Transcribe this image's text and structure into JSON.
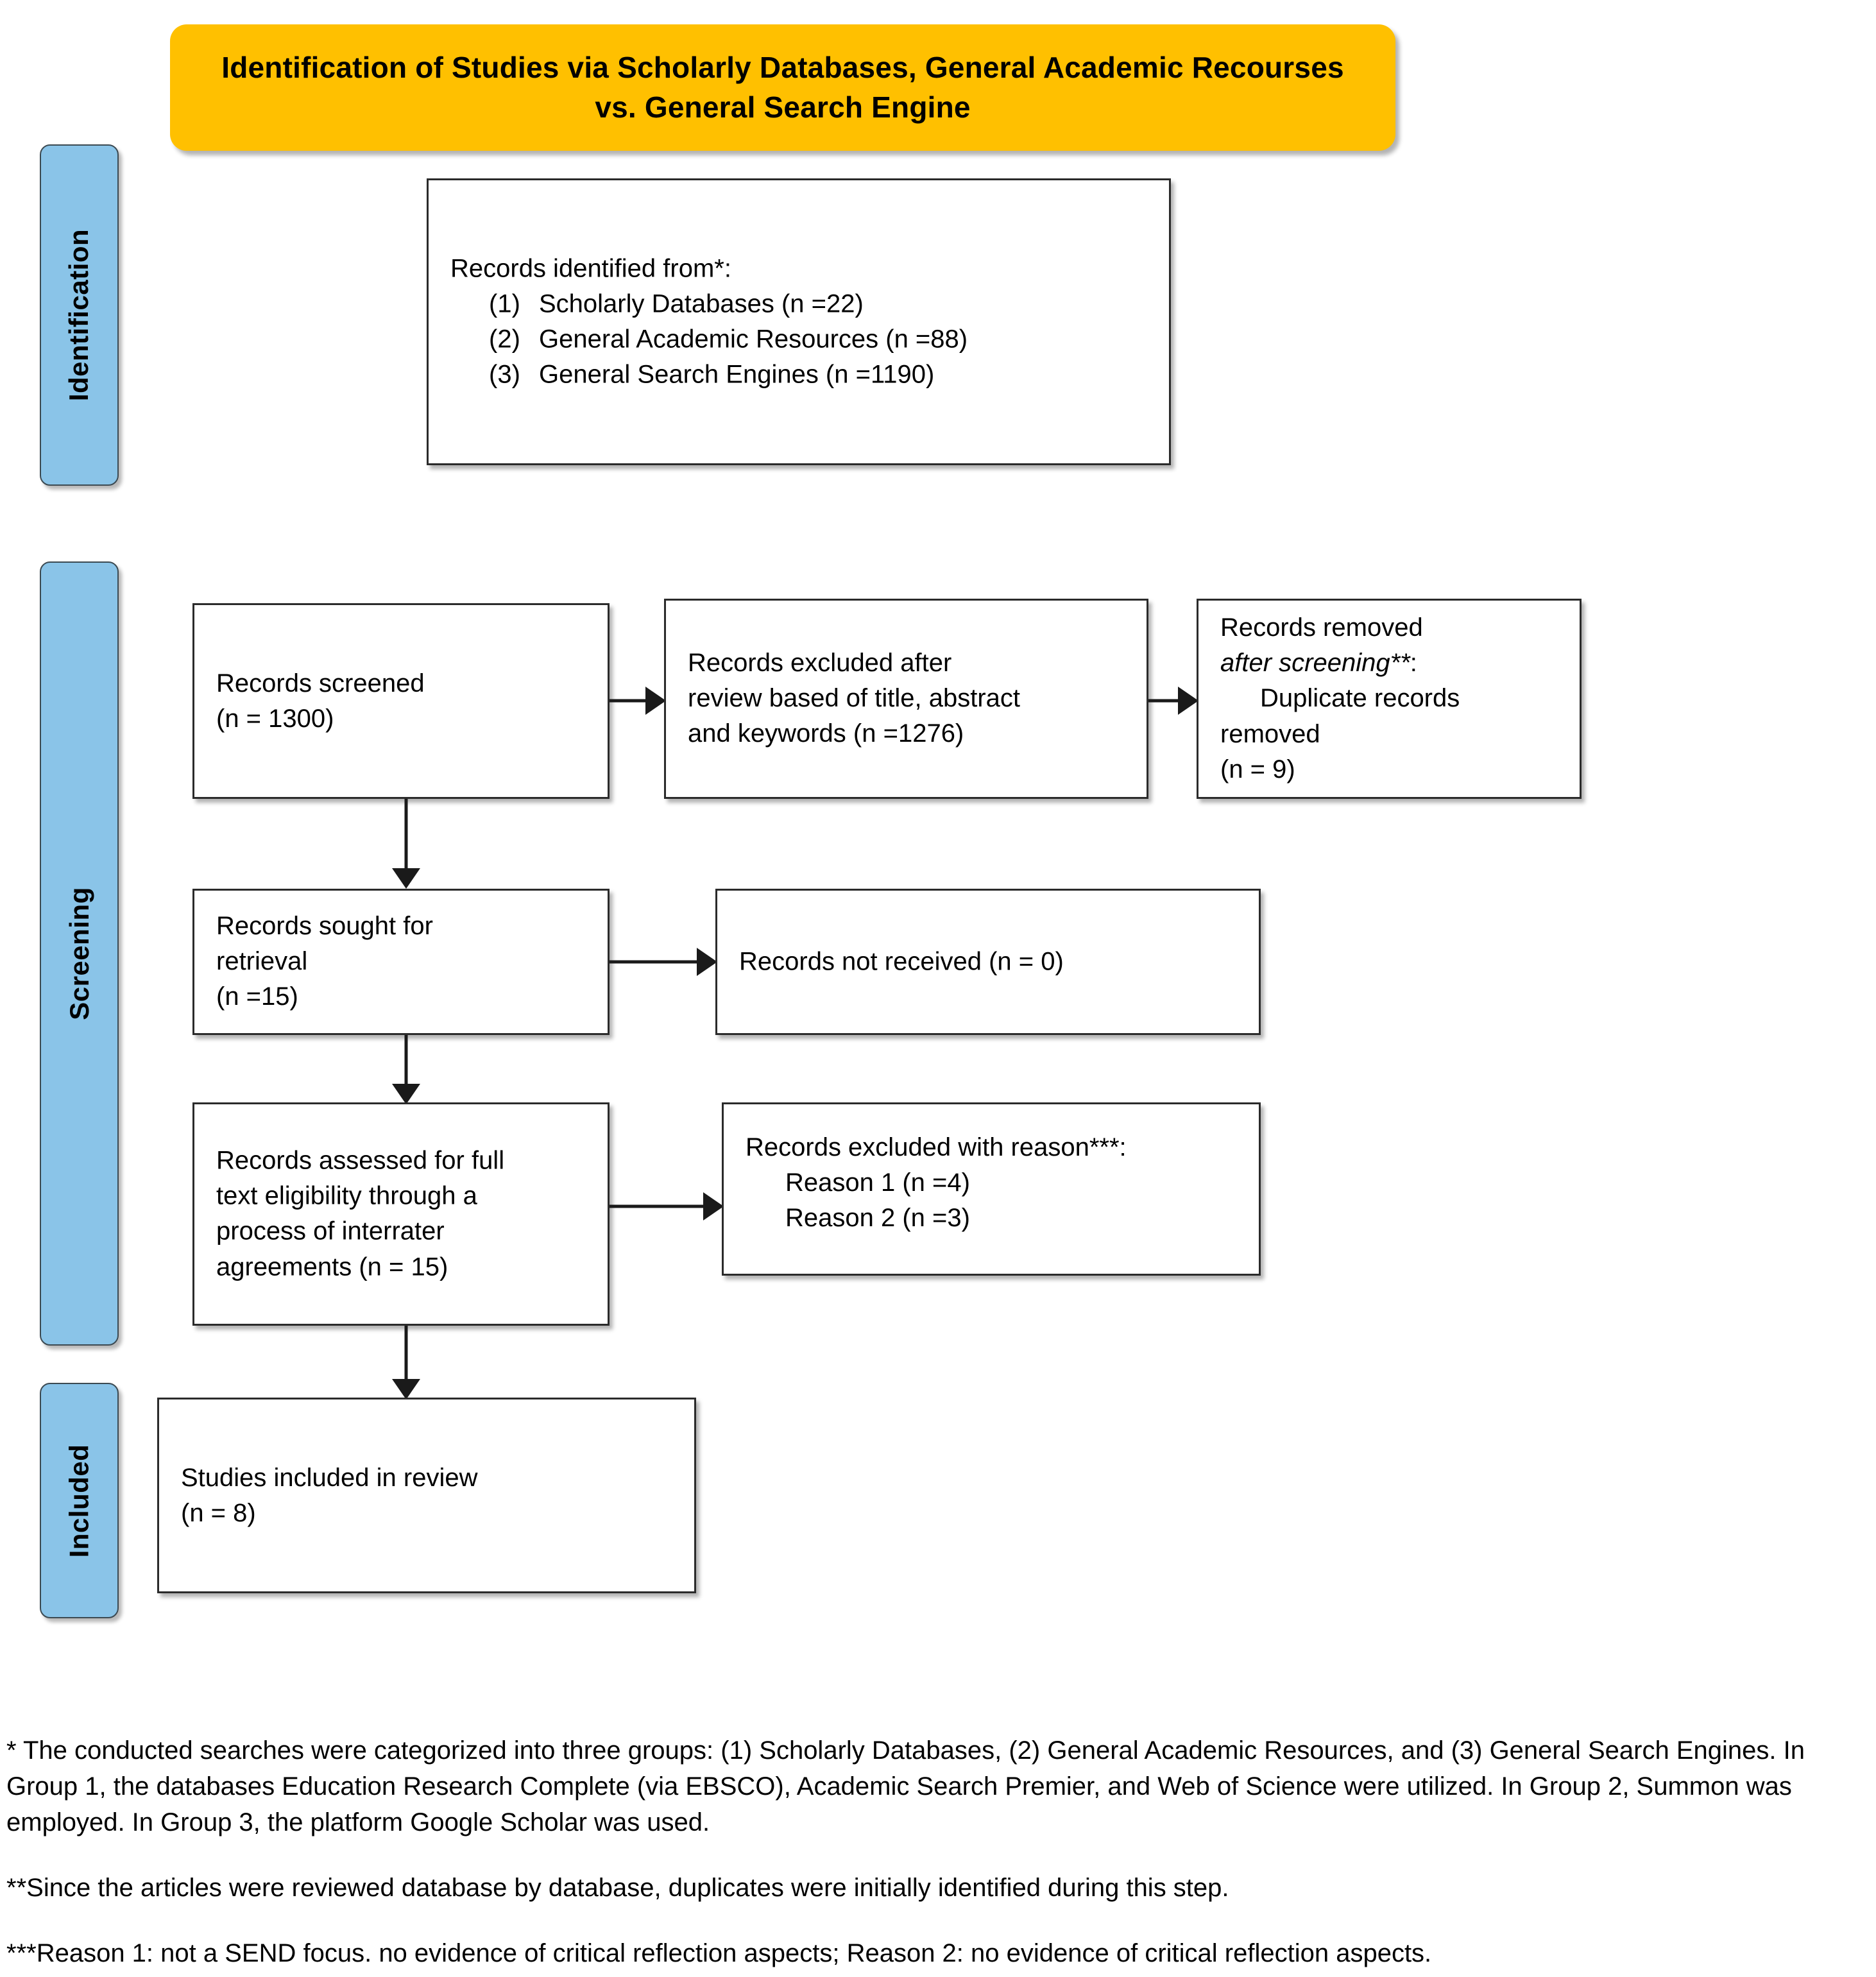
{
  "banner": {
    "title": "Identification of Studies via Scholarly Databases, General Academic Recourses vs. General Search Engine",
    "color": "#FFC000"
  },
  "stages": {
    "color": "#8AC4E8",
    "identification": "Identification",
    "screening": "Screening",
    "included": "Included"
  },
  "boxes": {
    "identified": {
      "heading": "Records identified from*:",
      "items": [
        {
          "marker": "(1)",
          "text": "Scholarly Databases (n =22)"
        },
        {
          "marker": "(2)",
          "text": "General Academic Resources (n =88)"
        },
        {
          "marker": "(3)",
          "text": "General Search Engines (n =1190)"
        }
      ]
    },
    "screened": {
      "line1": "Records screened",
      "line2": "(n = 1300)"
    },
    "excluded_title": {
      "line1": "Records excluded after",
      "line2": "review based of title, abstract",
      "line3": "and keywords (n =1276)"
    },
    "removed": {
      "line1": "Records removed",
      "line2_italic": "after screening**",
      "line2_tail": ":",
      "line3": "Duplicate records",
      "line4": "removed",
      "line5": "(n = 9)"
    },
    "sought": {
      "line1": "Records sought for",
      "line2": "retrieval",
      "line3": "(n =15)"
    },
    "not_received": {
      "line1": "Records not received (n = 0)"
    },
    "assessed": {
      "line1": "Records assessed for full",
      "line2": "text eligibility through a",
      "line3": "process of interrater",
      "line4": "agreements (n = 15)"
    },
    "excluded_reason": {
      "heading": "Records excluded with reason***:",
      "items": [
        "Reason 1 (n =4)",
        "Reason 2 (n =3)"
      ]
    },
    "included": {
      "line1": "Studies included in review",
      "line2": "(n = 8)"
    }
  },
  "footnotes": {
    "one": "* The conducted searches were categorized into three groups: (1) Scholarly Databases, (2) General Academic Resources, and (3) General Search Engines. In Group 1, the databases Education Research Complete (via EBSCO), Academic Search Premier, and Web of Science were utilized. In Group 2, Summon was employed. In Group 3, the platform Google Scholar was used.",
    "two": "**Since the articles were reviewed database by database, duplicates were initially identified during this step.",
    "three": "***Reason 1: not a SEND focus. no evidence of critical reflection aspects; Reason 2: no evidence of critical reflection aspects."
  }
}
